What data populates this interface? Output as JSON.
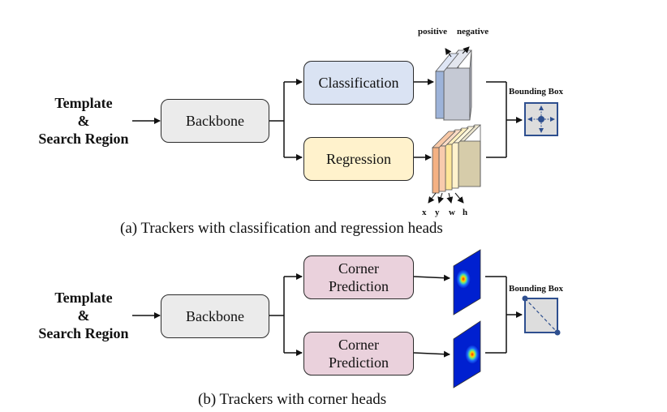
{
  "panel_a": {
    "input_lines": [
      "Template",
      "&",
      "Search Region"
    ],
    "backbone": "Backbone",
    "classification": "Classification",
    "regression": "Regression",
    "cls_labels": {
      "positive": "positive",
      "negative": "negative"
    },
    "reg_labels": [
      "x",
      "y",
      "w",
      "h"
    ],
    "output": "Bounding Box",
    "caption": "(a) Trackers with classification and regression heads"
  },
  "panel_b": {
    "input_lines": [
      "Template",
      "&",
      "Search Region"
    ],
    "backbone": "Backbone",
    "corner_top": [
      "Corner",
      "Prediction"
    ],
    "corner_bottom": [
      "Corner",
      "Prediction"
    ],
    "output": "Bounding Box",
    "caption": "(b) Trackers with corner heads"
  },
  "colors": {
    "backbone": "#ebebeb",
    "classification": "#dae3f3",
    "regression": "#fff2cc",
    "corner": "#ead1dc",
    "bbox_fill": "#dddddd",
    "bbox_stroke": "#2e4f8f",
    "cls_front": "#9db3d9",
    "cls_back": "#c5c9d4",
    "reg_layers": [
      "#f4b183",
      "#f8cbad",
      "#ffe699",
      "#fff2cc",
      "#d6ccaa"
    ]
  }
}
